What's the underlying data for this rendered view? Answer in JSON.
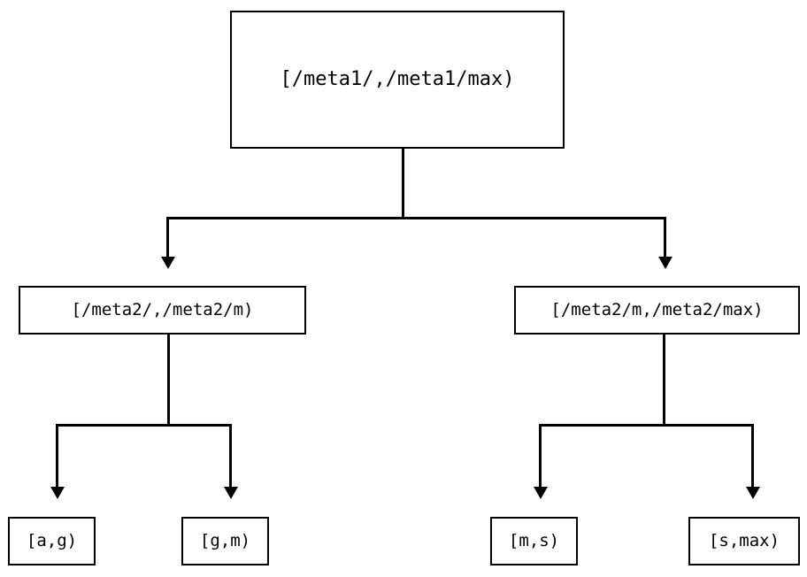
{
  "diagram": {
    "type": "tree",
    "orientation": "top-down",
    "background_color": "#ffffff",
    "line_color": "#000000",
    "text_color": "#000000",
    "nodes": {
      "root": {
        "label": "[/meta1/,/meta1/max)"
      },
      "meta2_low": {
        "label": "[/meta2/,/meta2/m)"
      },
      "meta2_high": {
        "label": "[/meta2/m,/meta2/max)"
      },
      "leaf_ag": {
        "label": "[a,g)"
      },
      "leaf_gm": {
        "label": "[g,m)"
      },
      "leaf_ms": {
        "label": "[m,s)"
      },
      "leaf_smax": {
        "label": "[s,max)"
      }
    },
    "edges": [
      {
        "from": "root",
        "to": "meta2_low",
        "arrow": "down-triangle"
      },
      {
        "from": "root",
        "to": "meta2_high",
        "arrow": "down-triangle"
      },
      {
        "from": "meta2_low",
        "to": "leaf_ag",
        "arrow": "down-triangle"
      },
      {
        "from": "meta2_low",
        "to": "leaf_gm",
        "arrow": "down-triangle"
      },
      {
        "from": "meta2_high",
        "to": "leaf_ms",
        "arrow": "down-triangle"
      },
      {
        "from": "meta2_high",
        "to": "leaf_smax",
        "arrow": "down-triangle"
      }
    ]
  }
}
